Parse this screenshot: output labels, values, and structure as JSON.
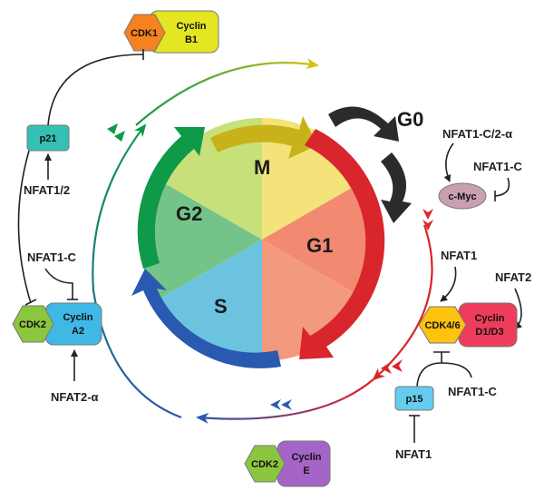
{
  "phases": {
    "m": "M",
    "g1": "G1",
    "s": "S",
    "g2": "G2",
    "g0": "G0"
  },
  "complexes": {
    "cdk1_b1": {
      "kinase": "CDK1",
      "cyclin_line1": "Cyclin",
      "cyclin_line2": "B1"
    },
    "cdk2_a2": {
      "kinase": "CDK2",
      "cyclin_line1": "Cyclin",
      "cyclin_line2": "A2"
    },
    "cdk46_d": {
      "kinase": "CDK4/6",
      "cyclin_line1": "Cyclin",
      "cyclin_line2": "D1/D3"
    },
    "cdk2_e": {
      "kinase": "CDK2",
      "cyclin_line1": "Cyclin",
      "cyclin_line2": "E"
    }
  },
  "proteins": {
    "p21": "p21",
    "p15": "p15",
    "cmyc": "c-Myc"
  },
  "labels": {
    "nfat12": "NFAT1/2",
    "nfat1c_left": "NFAT1-C",
    "nfat2a": "NFAT2-α",
    "nfat1c2a": "NFAT1-C/2-α",
    "nfat1c_right": "NFAT1-C",
    "nfat1_right": "NFAT1",
    "nfat2_right": "NFAT2",
    "nfat1c_bottom": "NFAT1-C",
    "nfat1_bottom": "NFAT1"
  },
  "colors": {
    "cdk1": "#f58220",
    "cyclin_b1": "#e3e620",
    "cdk2": "#8cc63f",
    "cyclin_a2": "#3fb8e6",
    "cdk46": "#ffc20e",
    "cyclin_d": "#ee3d5c",
    "cyclin_e": "#a565c8",
    "p21": "#35c0b5",
    "p15": "#66ccee",
    "cmyc": "#c8a0b2",
    "m_arrow": "#c7b219",
    "g1_arrow": "#d9252c",
    "s_arrow": "#2a59b0",
    "g2_arrow": "#0e9a48"
  }
}
